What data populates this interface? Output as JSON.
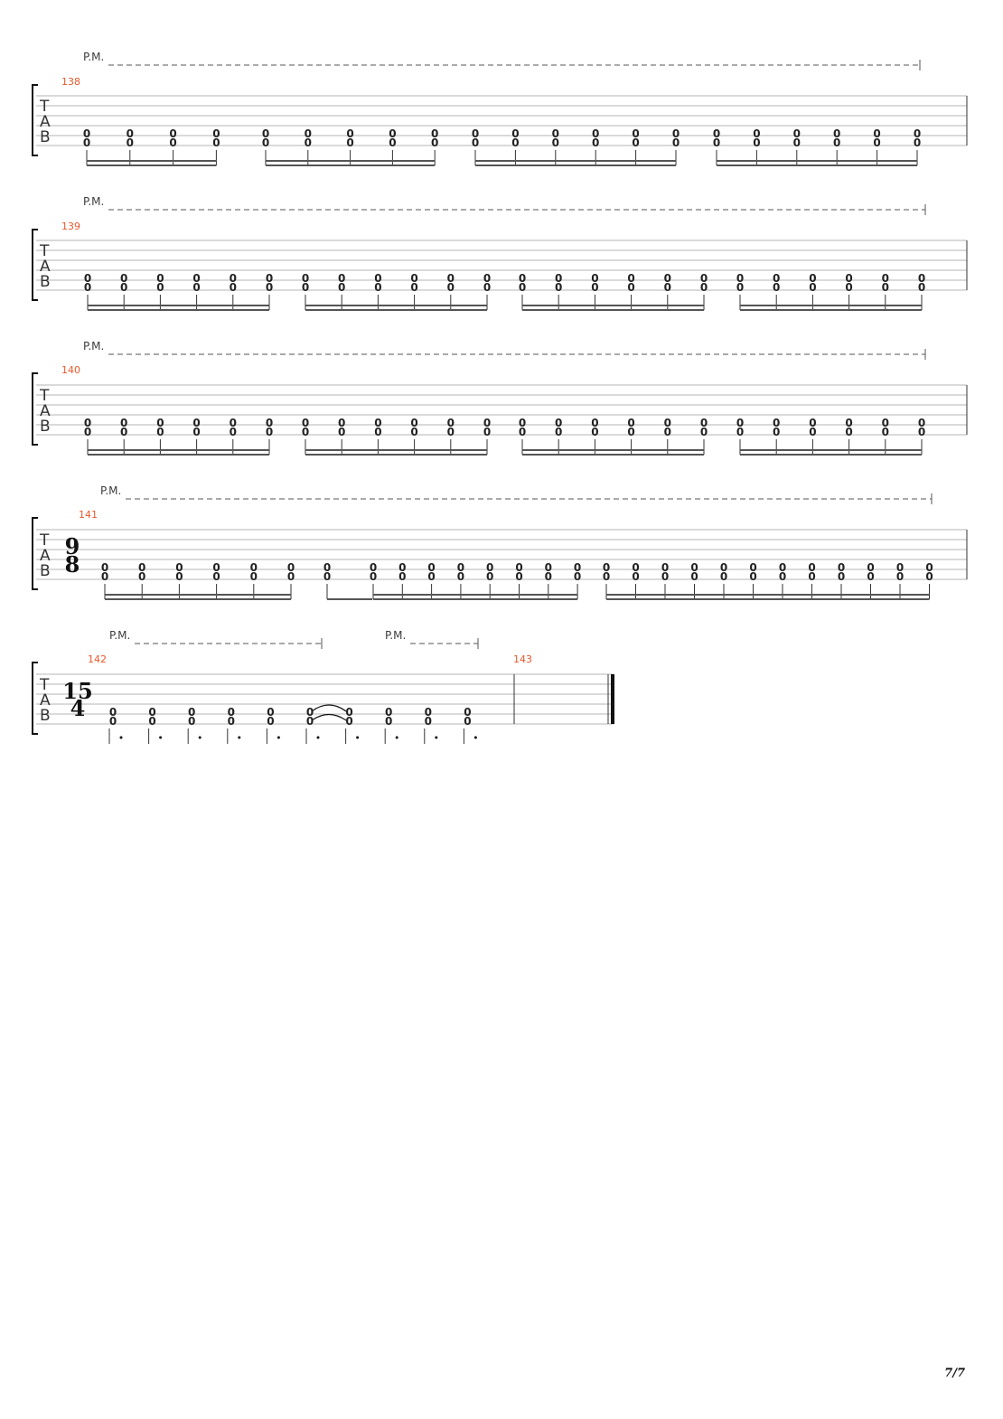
{
  "tab_clef": [
    "T",
    "A",
    "B"
  ],
  "pm_label": "P.M.",
  "fret": "0",
  "page_number": "7/7",
  "systems": [
    {
      "measure": "138",
      "pm_segments": 1,
      "groups": [
        4,
        5,
        6,
        6
      ]
    },
    {
      "measure": "139",
      "pm_segments": 1,
      "groups": [
        6,
        6,
        6,
        6
      ]
    },
    {
      "measure": "140",
      "pm_segments": 1,
      "groups": [
        6,
        6,
        6,
        6
      ]
    },
    {
      "measure": "141",
      "time_signature": [
        "9",
        "8"
      ],
      "pm_segments": 1,
      "groups": [
        6,
        1,
        8,
        12
      ]
    },
    {
      "measure": "142",
      "time_signature": [
        "15",
        "4"
      ],
      "pm_segments": 2,
      "notes": 10,
      "next_measure": "143"
    }
  ]
}
